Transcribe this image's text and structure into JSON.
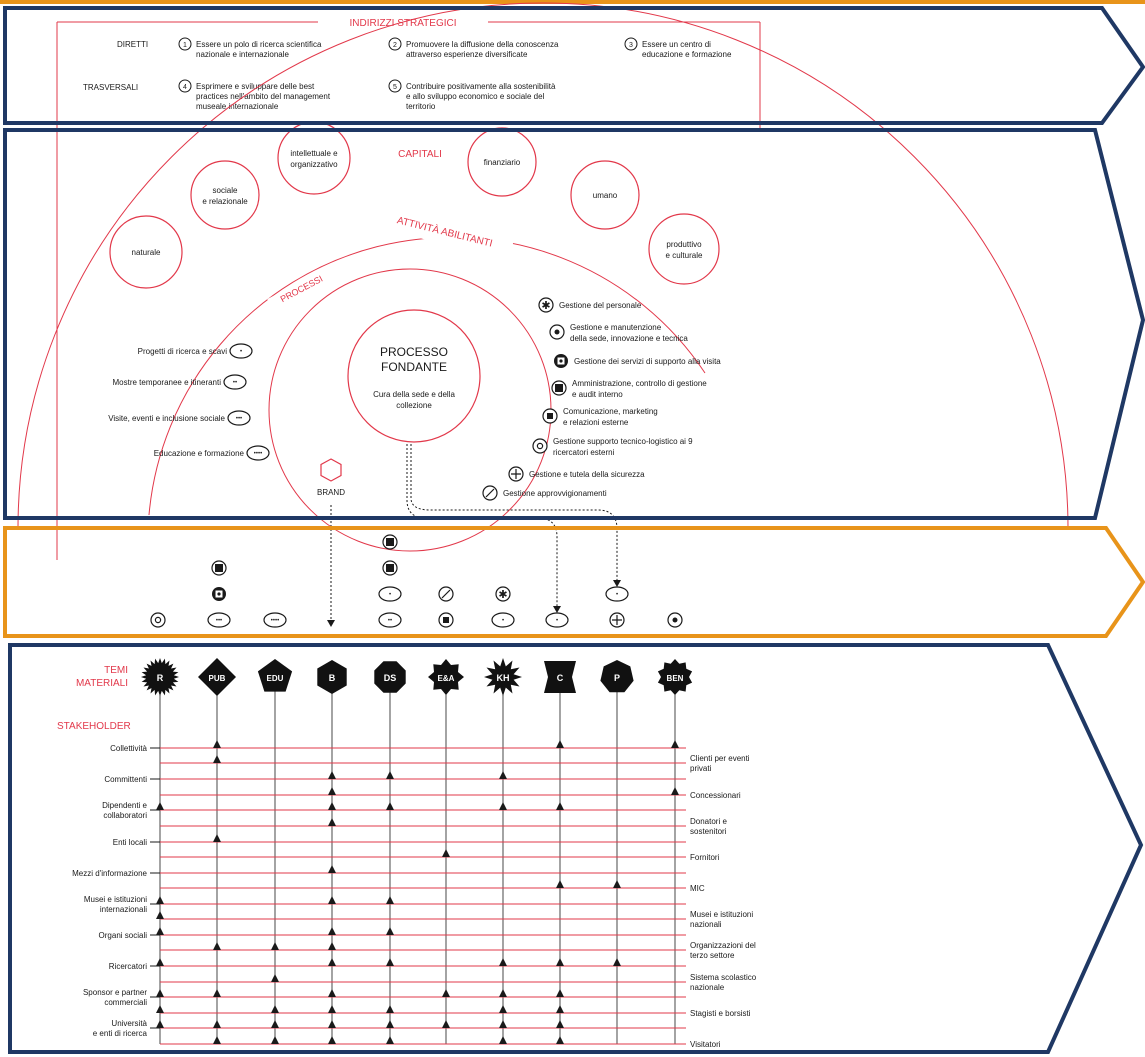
{
  "strategic": {
    "title": "INDIRIZZI STRATEGICI",
    "direct_label": "DIRETTI",
    "transversal_label": "TRASVERSALI",
    "items": [
      {
        "num": "1",
        "lines": [
          "Essere un polo di ricerca scientifica",
          "nazionale e internazionale"
        ]
      },
      {
        "num": "2",
        "lines": [
          "Promuovere la diffusione della conoscenza",
          "attraverso esperienze diversificate"
        ]
      },
      {
        "num": "3",
        "lines": [
          "Essere un centro di",
          "educazione e formazione"
        ]
      },
      {
        "num": "4",
        "lines": [
          "Esprimere e sviluppare delle best",
          "practices nell'ambito del management",
          "museale internazionale"
        ]
      },
      {
        "num": "5",
        "lines": [
          "Contribuire positivamente alla sostenibilità",
          "e allo sviluppo economico e sociale del",
          "territorio"
        ]
      }
    ]
  },
  "capitals": {
    "title": "CAPITALI",
    "items": [
      {
        "lines": [
          "naturale"
        ]
      },
      {
        "lines": [
          "sociale",
          "e relazionale"
        ]
      },
      {
        "lines": [
          "intellettuale e",
          "organizzativo"
        ]
      },
      {
        "lines": [
          "finanziario"
        ]
      },
      {
        "lines": [
          "umano"
        ]
      },
      {
        "lines": [
          "produttivo",
          "e culturale"
        ]
      }
    ]
  },
  "arc_labels": {
    "enabling": "ATTIVITÀ ABILITANTI",
    "processes": "PROCESSI"
  },
  "core": {
    "title_lines": [
      "PROCESSO",
      "FONDANTE"
    ],
    "subtitle_lines": [
      "Cura della sede e della",
      "collezione"
    ]
  },
  "brand": {
    "label": "BRAND"
  },
  "processes": [
    {
      "label": "Progetti di ricerca e scavi",
      "glyph": "•"
    },
    {
      "label": "Mostre temporanee e itineranti",
      "glyph": "••"
    },
    {
      "label": "Visite, eventi e inclusione sociale",
      "glyph": "•••"
    },
    {
      "label": "Educazione e formazione",
      "glyph": "••••"
    }
  ],
  "enabling": [
    {
      "lines": [
        "Gestione del personale"
      ],
      "icon": "asterisk-icon"
    },
    {
      "lines": [
        "Gestione e manutenzione",
        "della sede, innovazione e tecnica"
      ],
      "icon": "dot-icon"
    },
    {
      "lines": [
        "Gestione dei servizi di supporto alla visita"
      ],
      "icon": "target-square-icon"
    },
    {
      "lines": [
        "Amministrazione, controllo di gestione",
        "e audit interno"
      ],
      "icon": "filled-square-icon"
    },
    {
      "lines": [
        "Comunicazione, marketing",
        "e relazioni esterne"
      ],
      "icon": "small-square-icon"
    },
    {
      "lines": [
        "Gestione supporto tecnico-logistico ai 9",
        "ricercatori esterni"
      ],
      "icon": "ring-icon"
    },
    {
      "lines": [
        "Gestione e tutela della sicurezza"
      ],
      "icon": "plus-icon"
    },
    {
      "lines": [
        "Gestione approvvigionamenti"
      ],
      "icon": "slash-icon"
    }
  ],
  "connector_glyphs": {
    "p1": "•",
    "p2": "••",
    "p3": "•••",
    "p4": "••••"
  },
  "material_themes": {
    "title_lines": [
      "TEMI",
      "MATERIALI"
    ],
    "items": [
      "R",
      "PUB",
      "EDU",
      "B",
      "DS",
      "E&A",
      "KH",
      "C",
      "P",
      "BEN"
    ]
  },
  "stakeholders": {
    "title": "STAKEHOLDER",
    "left": [
      {
        "lines": [
          "Collettività"
        ]
      },
      {
        "lines": [
          "Committenti"
        ]
      },
      {
        "lines": [
          "Dipendenti e",
          "collaboratori"
        ]
      },
      {
        "lines": [
          "Enti locali"
        ]
      },
      {
        "lines": [
          "Mezzi d'informazione"
        ]
      },
      {
        "lines": [
          "Musei e istituzioni",
          "internazionali"
        ]
      },
      {
        "lines": [
          "Organi sociali"
        ]
      },
      {
        "lines": [
          "Ricercatori"
        ]
      },
      {
        "lines": [
          "Sponsor e partner",
          "commerciali"
        ]
      },
      {
        "lines": [
          "Università",
          "e enti di ricerca"
        ]
      }
    ],
    "right": [
      {
        "lines": [
          "Clienti per eventi",
          "privati"
        ]
      },
      {
        "lines": [
          "Concessionari"
        ]
      },
      {
        "lines": [
          "Donatori e",
          "sostenitori"
        ]
      },
      {
        "lines": [
          "Fornitori"
        ]
      },
      {
        "lines": [
          "MIC"
        ]
      },
      {
        "lines": [
          "Musei e istituzioni",
          "nazionali"
        ]
      },
      {
        "lines": [
          "Organizzazioni del",
          "terzo settore"
        ]
      },
      {
        "lines": [
          "Sistema scolastico",
          "nazionale"
        ]
      },
      {
        "lines": [
          "Stagisti e borsisti"
        ]
      },
      {
        "lines": [
          "Visitatori"
        ]
      }
    ]
  },
  "colors": {
    "red": "#e2384a",
    "navy": "#1f3864",
    "orange": "#e8941a",
    "ink": "#1a1a1a"
  }
}
